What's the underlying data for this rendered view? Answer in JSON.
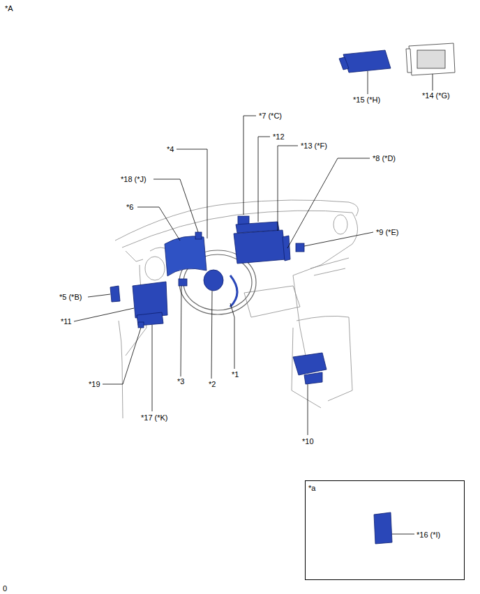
{
  "diagram": {
    "nodes": [
      {
        "text": [
          "*a",
          "*16 (*I)"
        ]
      }
    ],
    "labels": [
      "*A",
      "*15 (*H)",
      "*14 (*G)",
      "*7 (*C)",
      "*12",
      "*13 (*F)",
      "*8 (*D)",
      "*4",
      "*18 (*J)",
      "*6",
      "*9 (*E)",
      "*5 (*B)",
      "*11",
      "*19",
      "*3",
      "*2",
      "*1",
      "*17 (*K)",
      "*10",
      "0"
    ]
  }
}
